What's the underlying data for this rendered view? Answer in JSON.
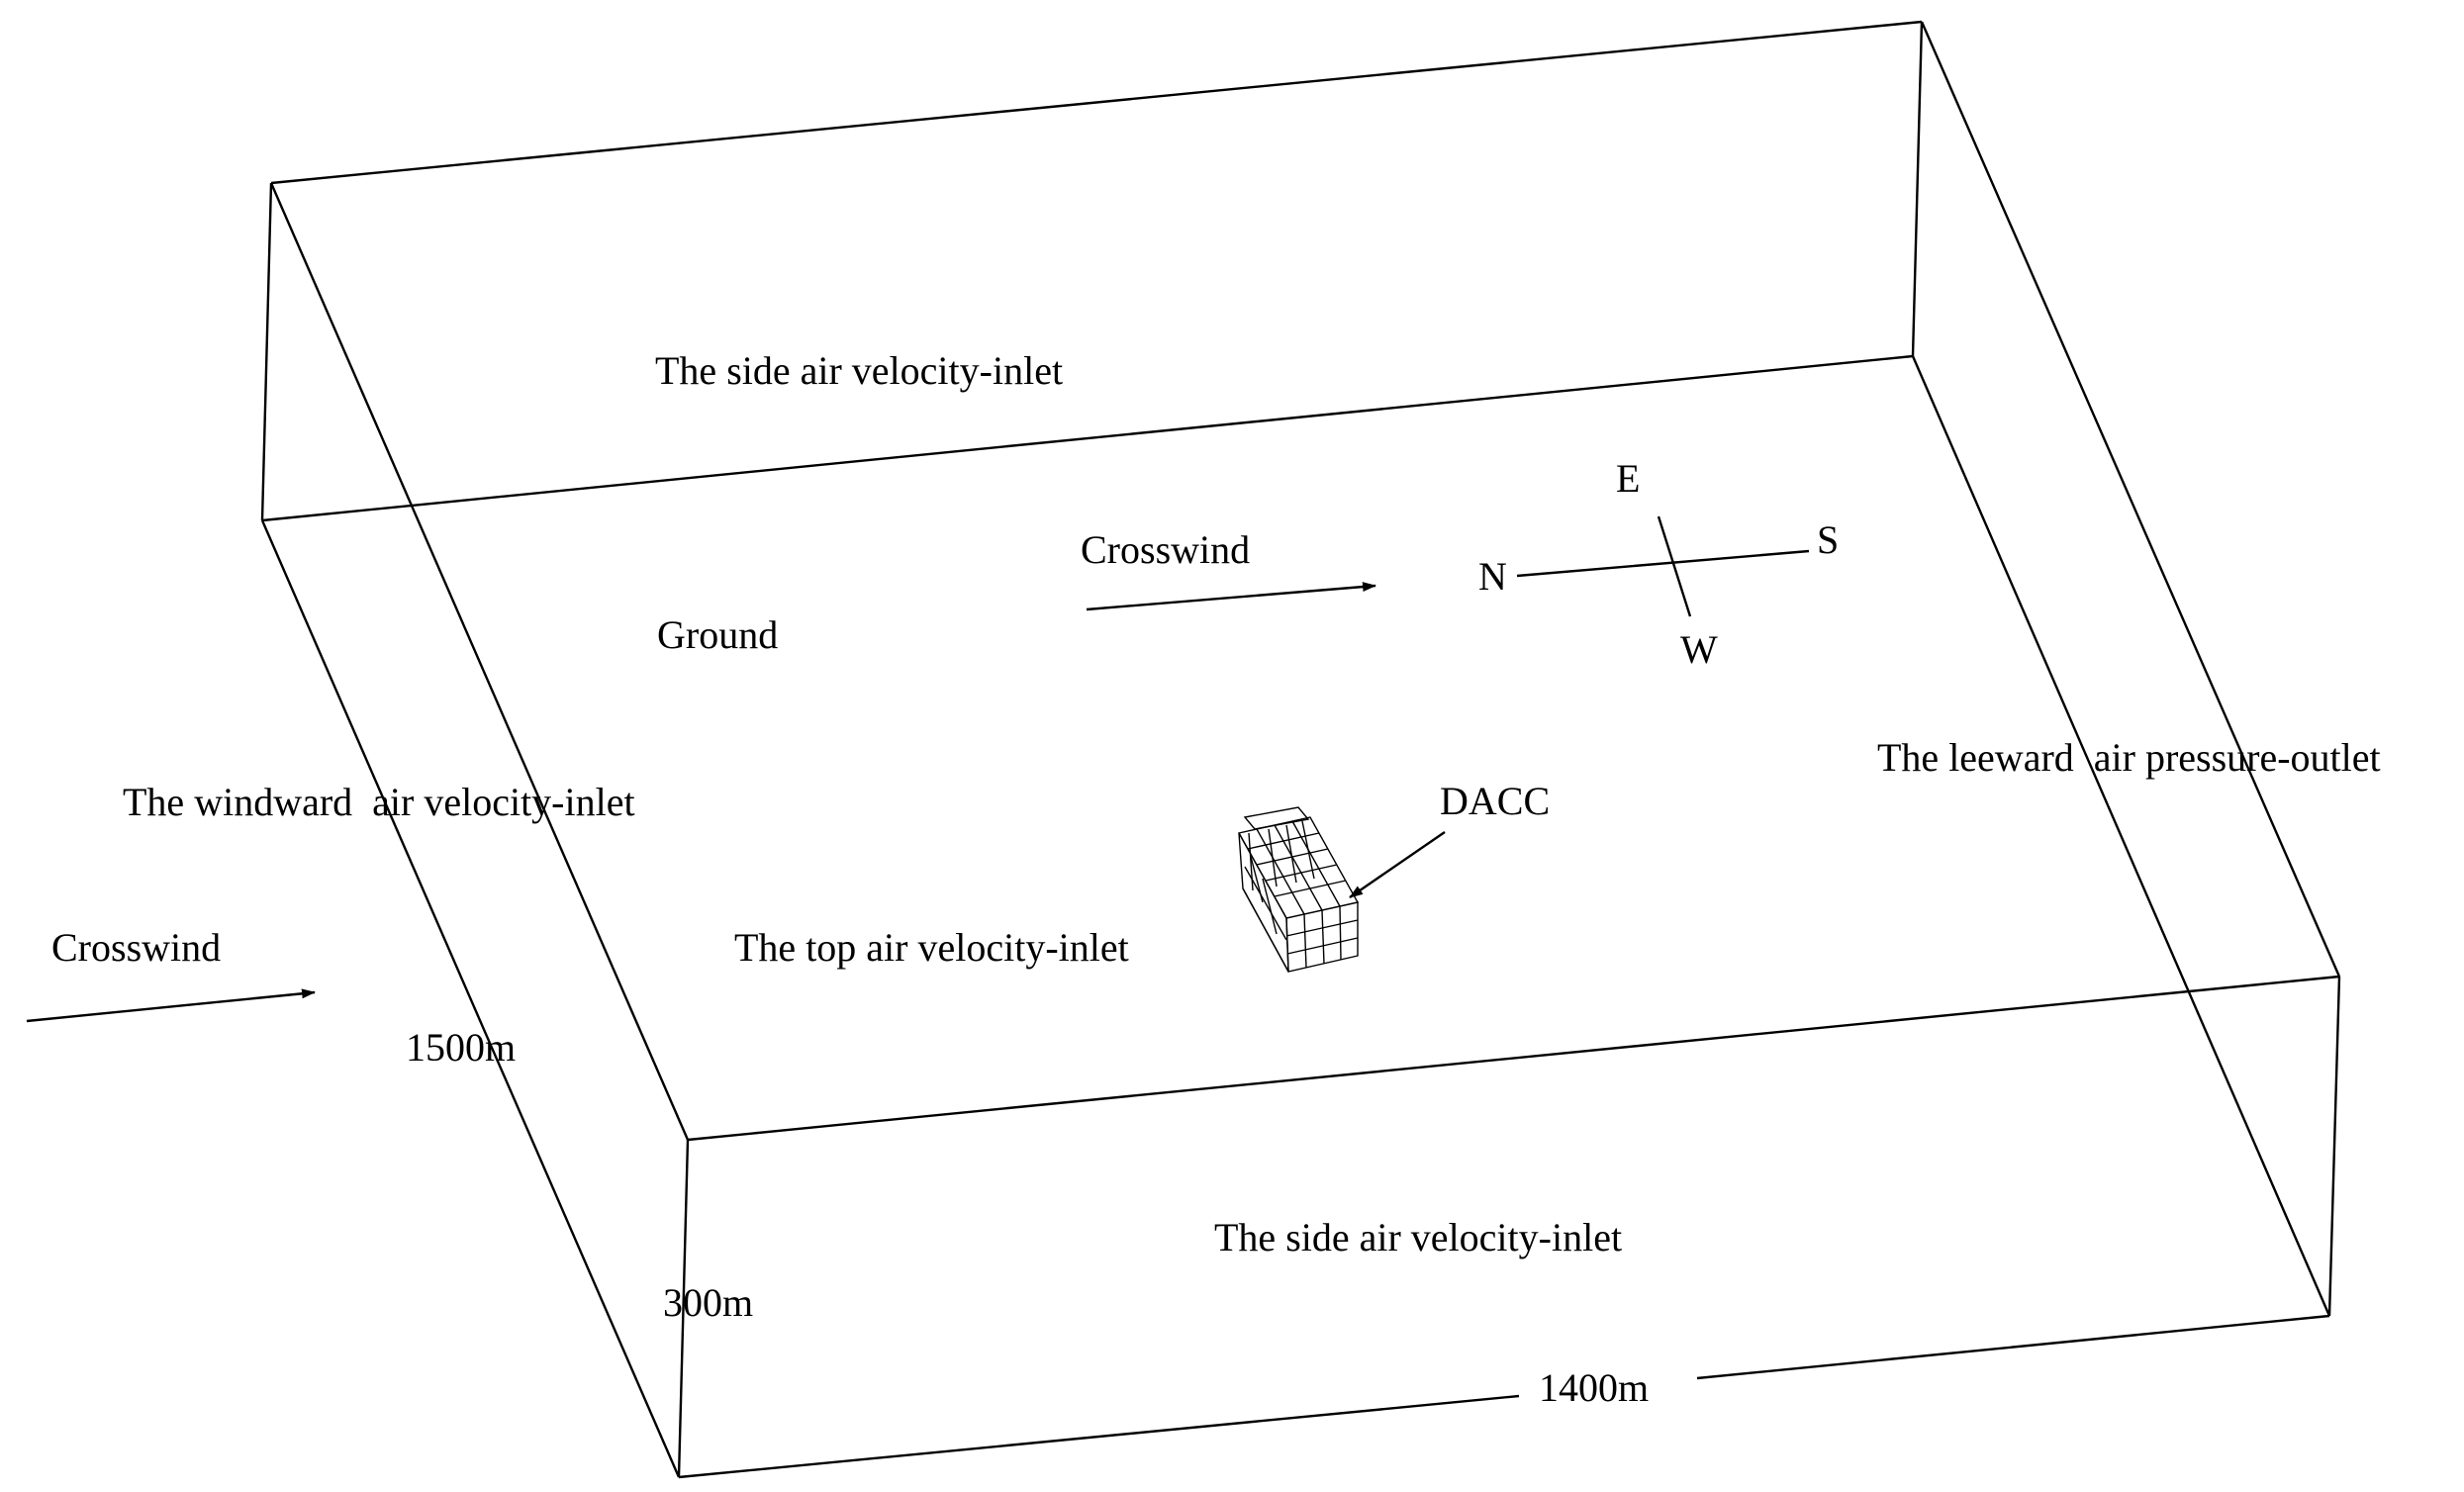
{
  "labels": {
    "side_inlet_back": "The side air velocity-inlet",
    "side_inlet_front": "The side air velocity-inlet",
    "ground": "Ground",
    "windward_inlet": "The windward  air velocity-inlet",
    "leeward_outlet": "The leeward  air pressure-outlet",
    "top_inlet": "The top air velocity-inlet",
    "dacc": "DACC",
    "crosswind_inner": "Crosswind",
    "crosswind_outer": "Crosswind"
  },
  "compass": {
    "north": "N",
    "south": "S",
    "east": "E",
    "west": "W"
  },
  "dimensions": {
    "length": "1500m",
    "height": "300m",
    "width": "1400m"
  }
}
